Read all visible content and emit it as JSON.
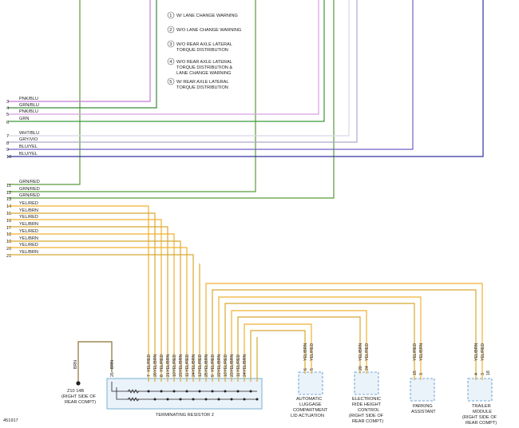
{
  "colors": {
    "pnk_blu": "#c87ad8",
    "grn_blu": "#3a8a3a",
    "pnk": "#d8a0e0",
    "grn": "#3a9a3a",
    "gry_vio": "#b0a8d0",
    "blu_yel": "#7060c8",
    "blu_yel2": "#3030a0",
    "grn_red": "#5a9a3a",
    "yel_red": "#f0b030",
    "yel_brn": "#d8a830",
    "brn": "#8a7030",
    "connector": "#5aa0c8",
    "component": "#4a90c8"
  },
  "notes": [
    {
      "num": "1",
      "text": "W/ LANE CHANGE WARNING"
    },
    {
      "num": "2",
      "text": "W/O LANE CHANGE WARNING"
    },
    {
      "num": "3",
      "text": "W/O REAR AXLE LATERAL",
      "text2": "TORQUE DISTRIBUTION"
    },
    {
      "num": "4",
      "text": "W/O REAR AXLE LATERAL",
      "text2": "TORQUE DISTRIBUTION &",
      "text3": "LANE CHANGE WARNING"
    },
    {
      "num": "5",
      "text": "W/ REAR AXLE LATERAL",
      "text2": "TORQUE DISTRIBUTION"
    }
  ],
  "wires": [
    {
      "row": "3",
      "label": "PNK/BLU"
    },
    {
      "row": "4",
      "label": "GRN/BLU"
    },
    {
      "row": "5",
      "label": "PNK/BLU"
    },
    {
      "row": "6",
      "label": "GRN"
    },
    {
      "row": "7",
      "label": "WHT/BLU"
    },
    {
      "row": "8",
      "label": "GRY/VIO"
    },
    {
      "row": "9",
      "label": "BLU/YEL"
    },
    {
      "row": "10",
      "label": "BLU/YEL"
    },
    {
      "row": "11",
      "label": "GRN/RED"
    },
    {
      "row": "12",
      "label": "GRN/RED"
    },
    {
      "row": "13",
      "label": "GRN/RED"
    },
    {
      "row": "14",
      "label": "YEL/RED"
    },
    {
      "row": "15",
      "label": "YEL/BRN"
    },
    {
      "row": "16",
      "label": "YEL/RED"
    },
    {
      "row": "17",
      "label": "YEL/BRN"
    },
    {
      "row": "18",
      "label": "YEL/RED"
    },
    {
      "row": "19",
      "label": "YEL/BRN"
    },
    {
      "row": "20",
      "label": "YEL/RED"
    },
    {
      "row": "21",
      "label": "YEL/BRN"
    }
  ],
  "terminating_resistor": {
    "label": "TERMINATING RESISTOR 2",
    "pins": [
      {
        "pin": "26",
        "wire": "BRN"
      },
      {
        "pin": "7",
        "wire": "YEL/RED"
      },
      {
        "pin": "20",
        "wire": "YEL/BRN"
      },
      {
        "pin": "8",
        "wire": "YEL/RED"
      },
      {
        "pin": "21",
        "wire": "YEL/BRN"
      },
      {
        "pin": "10",
        "wire": "YEL/RED"
      },
      {
        "pin": "23",
        "wire": "YEL/BRN"
      },
      {
        "pin": "11",
        "wire": "YEL/RED"
      },
      {
        "pin": "24",
        "wire": "YEL/BRN"
      },
      {
        "pin": "12",
        "wire": "YEL/RED"
      },
      {
        "pin": "25",
        "wire": "YEL/BRN"
      },
      {
        "pin": "9",
        "wire": "YEL/RED"
      },
      {
        "pin": "22",
        "wire": "YEL/BRN"
      },
      {
        "pin": "10",
        "wire": "YEL/RED"
      },
      {
        "pin": "23",
        "wire": "YEL/BRN"
      },
      {
        "pin": "11",
        "wire": "YEL/RED"
      },
      {
        "pin": "24",
        "wire": "YEL/BRN"
      }
    ]
  },
  "ground": {
    "wire": "BRN",
    "label": "Z10 14B",
    "label2": "(RIGHT SIDE OF",
    "label3": "REAR COMPT)"
  },
  "components": [
    {
      "name": "AUTOMATIC",
      "name2": "LUGGAGE",
      "name3": "COMPARTMENT",
      "name4": "LID ACTUATION",
      "pins": [
        {
          "pin": "6",
          "wire": "YEL/BRN"
        },
        {
          "pin": "5",
          "wire": "YEL/RED"
        }
      ]
    },
    {
      "name": "ELECTRONIC",
      "name2": "RIDE HEIGHT",
      "name3": "CONTROL",
      "name4": "(RIGHT SIDE OF",
      "name5": "REAR COMPT)",
      "pins": [
        {
          "pin": "20",
          "wire": "YEL/BRN"
        },
        {
          "pin": "24",
          "wire": "YEL/RED"
        }
      ]
    },
    {
      "name": "PARKING",
      "name2": "ASSISTANT",
      "pins": [
        {
          "pin": "15",
          "wire": "YEL/RED"
        },
        {
          "pin": "3",
          "wire": "YEL/BRN"
        }
      ]
    },
    {
      "name": "TRAILER",
      "name2": "MODULE",
      "name3": "(RIGHT SIDE OF",
      "name4": "REAR COMPT)",
      "pins": [
        {
          "pin": "4",
          "wire": "YEL/BRN"
        },
        {
          "pin": "3",
          "wire": "YEL/RED"
        }
      ]
    }
  ],
  "trailer_tag": "18",
  "figure_id": "451917"
}
